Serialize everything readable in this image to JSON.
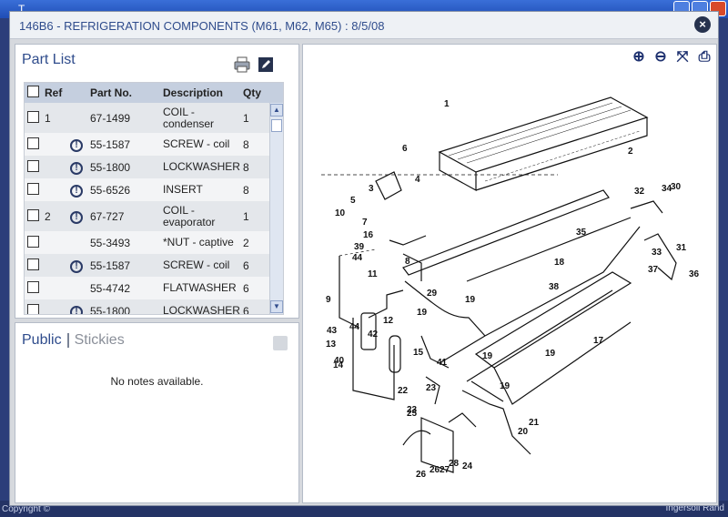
{
  "modal": {
    "title": "146B6 - REFRIGERATION COMPONENTS (M61, M62, M65) : 8/5/08",
    "close_label": "×"
  },
  "part_list": {
    "title": "Part List",
    "columns": {
      "ref": "Ref",
      "part_no": "Part No.",
      "description": "Description",
      "qty": "Qty"
    },
    "rows": [
      {
        "ref": "1",
        "warn": false,
        "part_no": "67-1499",
        "description": "COIL - condenser",
        "qty": "1"
      },
      {
        "ref": "",
        "warn": true,
        "part_no": "55-1587",
        "description": "SCREW - coil",
        "qty": "8"
      },
      {
        "ref": "",
        "warn": true,
        "part_no": "55-1800",
        "description": "LOCKWASHER",
        "qty": "8"
      },
      {
        "ref": "",
        "warn": true,
        "part_no": "55-6526",
        "description": "INSERT",
        "qty": "8"
      },
      {
        "ref": "2",
        "warn": true,
        "part_no": "67-727",
        "description": "COIL - evaporator",
        "qty": "1"
      },
      {
        "ref": "",
        "warn": false,
        "part_no": "55-3493",
        "description": "*NUT - captive",
        "qty": "2"
      },
      {
        "ref": "",
        "warn": true,
        "part_no": "55-1587",
        "description": "SCREW - coil",
        "qty": "6"
      },
      {
        "ref": "",
        "warn": false,
        "part_no": "55-4742",
        "description": "FLATWASHER",
        "qty": "6"
      },
      {
        "ref": "",
        "warn": true,
        "part_no": "55-1800",
        "description": "LOCKWASHER",
        "qty": "6"
      }
    ],
    "warn_glyph": "!"
  },
  "notes": {
    "tab_public": "Public",
    "tab_stickies": "Stickies",
    "empty_text": "No notes available."
  },
  "diagram": {
    "callouts": [
      "1",
      "2",
      "3",
      "4",
      "5",
      "6",
      "7",
      "8",
      "9",
      "10",
      "11",
      "12",
      "13",
      "14",
      "15",
      "16",
      "17",
      "18",
      "19",
      "19",
      "19",
      "19",
      "19",
      "20",
      "21",
      "22",
      "23",
      "23",
      "24",
      "25",
      "26",
      "26",
      "27",
      "28",
      "29",
      "30",
      "31",
      "32",
      "33",
      "34",
      "35",
      "36",
      "37",
      "38",
      "39",
      "40",
      "41",
      "42",
      "43",
      "44",
      "44"
    ]
  },
  "background": {
    "app_title": "T",
    "footer_left": "Copyright ©",
    "footer_right": "Ingersoll Rand"
  }
}
